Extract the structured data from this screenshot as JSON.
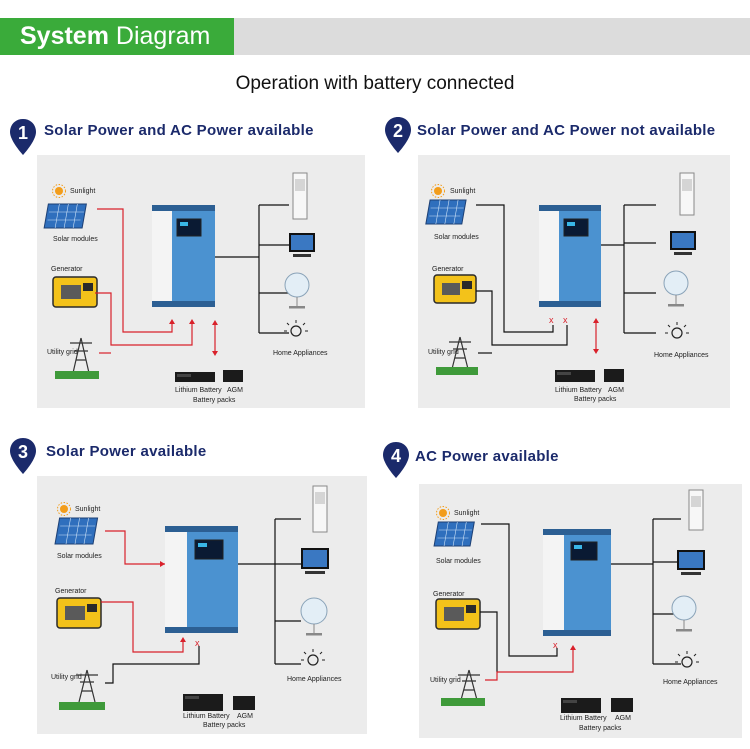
{
  "header": {
    "title_bold": "System",
    "title_rest": "Diagram",
    "green": "#3aab3a",
    "bar": "#dcdcdc"
  },
  "subtitle": "Operation with battery connected",
  "scenarios": [
    {
      "number": "1",
      "title": "Solar Power and AC Power available"
    },
    {
      "number": "2",
      "title": "Solar Power and AC Power not available"
    },
    {
      "number": "3",
      "title": "Solar Power available"
    },
    {
      "number": "4",
      "title": "AC Power available"
    }
  ],
  "labels": {
    "sunlight": "Sunlight",
    "solar_modules": "Solar modules",
    "generator": "Generator",
    "utility_grid": "Utility grid",
    "home_appliances": "Home Appliances",
    "lithium_battery": "Lithium Battery",
    "agm": "AGM",
    "battery_packs": "Battery packs",
    "x_mark": "x"
  },
  "colors": {
    "active_line": "#d9212b",
    "inactive_line": "#111111",
    "title_navy": "#1b2a6b",
    "inverter_blue": "#4b92d0"
  }
}
